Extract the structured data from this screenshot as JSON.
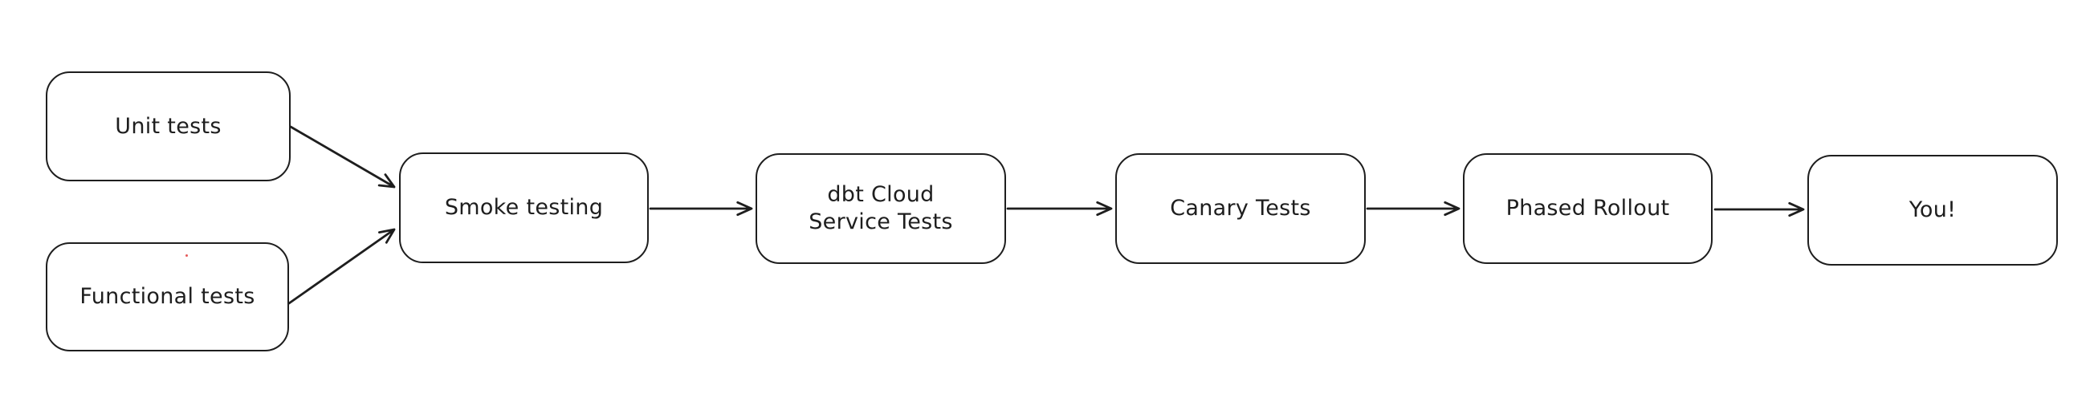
{
  "diagram": {
    "title": "Testing pipeline flowchart",
    "background_color": "#ffffff",
    "stroke_color": "#1e1e1e",
    "stray_dot_color": "#e03c3c",
    "nodes": [
      {
        "id": "unit-tests",
        "label": "Unit tests"
      },
      {
        "id": "functional-tests",
        "label": "Functional tests"
      },
      {
        "id": "smoke-testing",
        "label": "Smoke testing"
      },
      {
        "id": "dbt-cloud-service-tests",
        "label": "dbt Cloud\nService Tests"
      },
      {
        "id": "canary-tests",
        "label": "Canary Tests"
      },
      {
        "id": "phased-rollout",
        "label": "Phased Rollout"
      },
      {
        "id": "you",
        "label": "You!"
      }
    ],
    "edges": [
      {
        "from": "unit-tests",
        "to": "smoke-testing"
      },
      {
        "from": "functional-tests",
        "to": "smoke-testing"
      },
      {
        "from": "smoke-testing",
        "to": "dbt-cloud-service-tests"
      },
      {
        "from": "dbt-cloud-service-tests",
        "to": "canary-tests"
      },
      {
        "from": "canary-tests",
        "to": "phased-rollout"
      },
      {
        "from": "phased-rollout",
        "to": "you"
      }
    ]
  }
}
